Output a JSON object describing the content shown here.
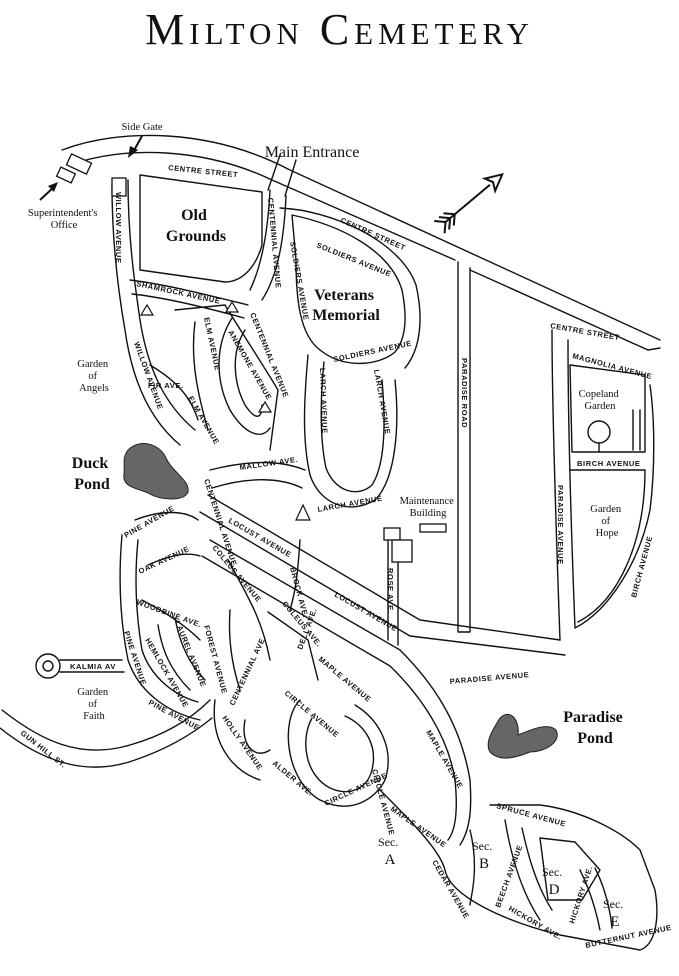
{
  "title": "Milton Cemetery",
  "places": {
    "old_grounds": [
      "Old",
      "Grounds"
    ],
    "veterans": [
      "Veterans",
      "Memorial"
    ],
    "duck_pond": [
      "Duck",
      "Pond"
    ],
    "paradise_pond": [
      "Paradise",
      "Pond"
    ],
    "garden_angels": [
      "Garden",
      "of",
      "Angels"
    ],
    "garden_faith": [
      "Garden",
      "of",
      "Faith"
    ],
    "garden_hope": [
      "Garden",
      "of",
      "Hope"
    ],
    "copeland": [
      "Copeland",
      "Garden"
    ],
    "maintenance": [
      "Maintenance",
      "Building"
    ],
    "main_entrance": "Main Entrance",
    "side_gate": "Side Gate",
    "superintendent": [
      "Superintendent's",
      "Office"
    ]
  },
  "sections": {
    "a": [
      "Sec.",
      "A"
    ],
    "b": [
      "Sec.",
      "B"
    ],
    "d": [
      "Sec.",
      "D"
    ],
    "e": [
      "Sec.",
      "E"
    ]
  },
  "streets": {
    "centre_top": "CENTRE STREET",
    "centre_mid": "CENTRE STREET",
    "centre_right": "CENTRE STREET",
    "willow_top": "WILLOW AVENUE",
    "willow_bottom": "WILLOW AVENUE",
    "centennial_top": "CENTENNIAL AVENUE",
    "centennial_mid": "CENTENNIAL AVENUE",
    "centennial_low": "CENTENNIAL AVENUE",
    "centennial_ave": "CENTENNIAL AVE.",
    "soldiers_top": "SOLDIERS AVENUE",
    "soldiers_side": "SOLDIERS AVENUE",
    "soldiers_bottom": "SOLDIERS AVENUE",
    "shamrock": "SHAMROCK AVENUE",
    "elm_top": "ELM AVENUE",
    "elm_bottom": "ELM AVENUE",
    "anemone": "ANEMONE AVENUE",
    "fir": "FIR AVE.",
    "larch_left": "LARCH AVENUE",
    "larch_right": "LARCH AVENUE",
    "larch_bottom": "LARCH AVENUE",
    "paradise_road": "PARADISE ROAD",
    "magnolia": "MAGNOLIA AVENUE",
    "birch_top": "BIRCH AVENUE",
    "birch_right": "BIRCH AVENUE",
    "paradise_ave_v": "PARADISE AVENUE",
    "paradise_ave_h": "PARADISE AVENUE",
    "mallow": "MALLOW AVE.",
    "locust_top": "LOCUST AVENUE",
    "locust_bottom": "LOCUST AVENUE",
    "pine_top": "PINE AVENUE",
    "pine_left": "PINE AVENUE",
    "pine_bottom": "PINE AVENUE",
    "oak": "OAK AVENUE",
    "coleus_top": "COLEUS AVENUE",
    "coleus_ave": "COLEUS AVE.",
    "brock": "BROCK AVE.",
    "rose": "ROSE AVE.",
    "woodbine": "WOODBINE AVE.",
    "forest": "FOREST AVENUE",
    "laurel": "LAUREL AVENUE",
    "hemlock": "HEMLOCK AVENUE",
    "kalmia": "KALMIA AV",
    "gun_hill": "GUN HILL ST.",
    "dell": "DELL AVE.",
    "maple_top": "MAPLE AVENUE",
    "maple_mid": "MAPLE AVENUE",
    "maple_bottom": "MAPLE AVENUE",
    "circle_top": "CIRCLE AVENUE",
    "circle_right": "CIRCLE AVENUE",
    "circle_bottom": "CIRCLE AVENUE",
    "holly": "HOLLY AVENUE",
    "alder": "ALDER AVE.",
    "spruce": "SPRUCE AVENUE",
    "cedar": "CEDAR AVENUE",
    "beech": "BEECH AVENUE",
    "hickory_v": "HICKORY AVE.",
    "hickory_h": "HICKORY AVE.",
    "butternut": "BUTTERNUT AVENUE"
  },
  "icons": {
    "north_arrow": "north-arrow-icon",
    "pointer": "pointer-arrow-icon"
  },
  "colors": {
    "ink": "#111111",
    "pond": "#666666",
    "paper": "#ffffff"
  }
}
